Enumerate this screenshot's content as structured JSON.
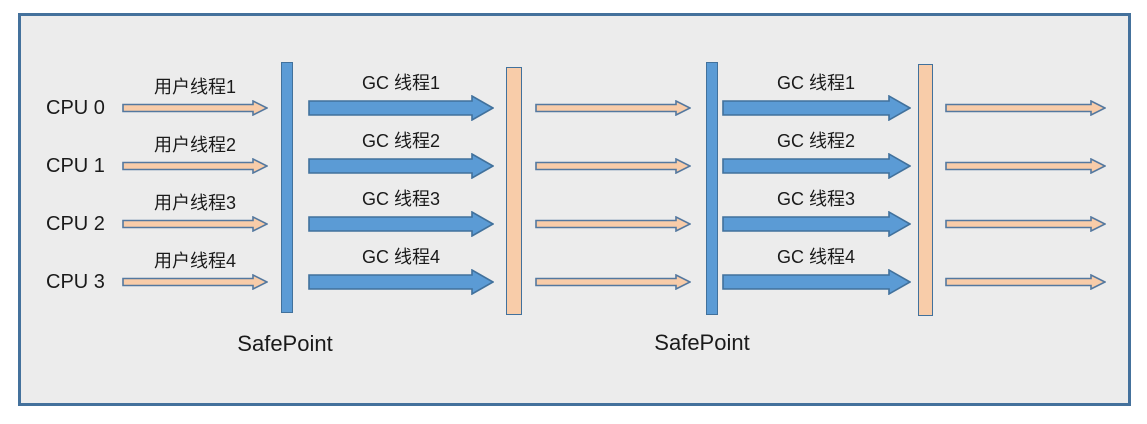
{
  "diagram": {
    "rows": [
      {
        "cpu": "CPU 0",
        "user_thread": "用户线程1",
        "gc_left": "GC 线程1",
        "gc_right": "GC 线程1"
      },
      {
        "cpu": "CPU 1",
        "user_thread": "用户线程2",
        "gc_left": "GC 线程2",
        "gc_right": "GC 线程2"
      },
      {
        "cpu": "CPU 2",
        "user_thread": "用户线程3",
        "gc_left": "GC 线程3",
        "gc_right": "GC 线程3"
      },
      {
        "cpu": "CPU 3",
        "user_thread": "用户线程4",
        "gc_left": "GC 线程4",
        "gc_right": "GC 线程4"
      }
    ],
    "safepoint_1": "SafePoint",
    "safepoint_2": "SafePoint"
  },
  "colors": {
    "frame_border": "#44719C",
    "canvas_bg": "#ECECEC",
    "page_bg": "#FFFFFF",
    "blue_fill": "#5B9BD5",
    "blue_stroke": "#41719C",
    "peach_fill": "#F8CCA9",
    "peach_stroke": "#54789F",
    "text_color": "#1A1A1A"
  }
}
